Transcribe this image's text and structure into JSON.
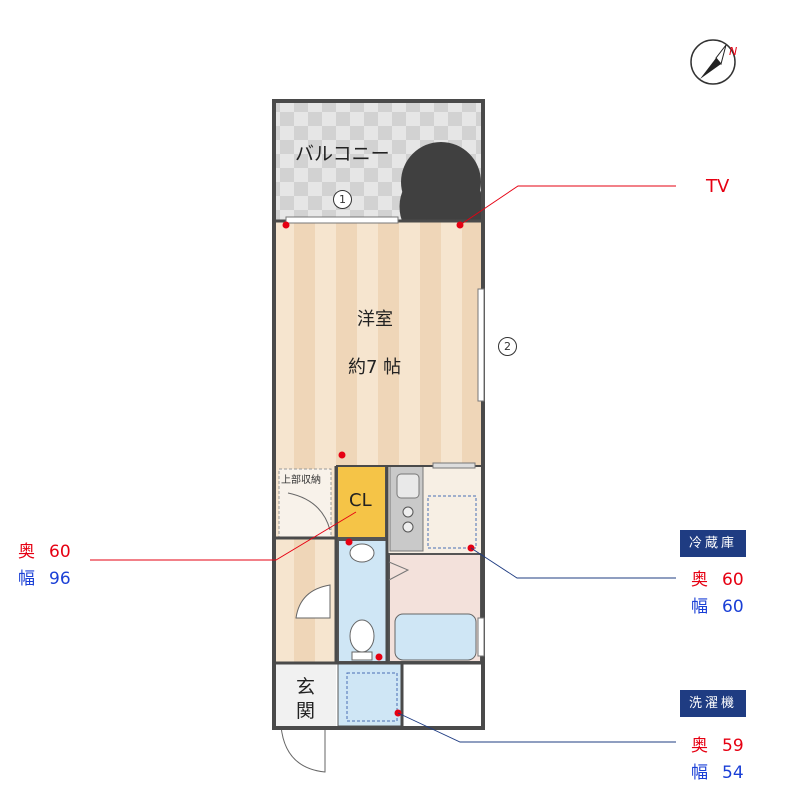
{
  "rooms": {
    "balcony": "バルコニー",
    "western_room": "洋室",
    "western_size": "約7 帖",
    "closet": "CL",
    "upper_storage": "上部収納",
    "entrance_1": "玄",
    "entrance_2": "関"
  },
  "window_markers": [
    "1",
    "2"
  ],
  "tv_label": "TV",
  "callouts": {
    "left": {
      "depth_label": "奥",
      "depth_value": "60",
      "width_label": "幅",
      "width_value": "96"
    },
    "fridge": {
      "title": "冷蔵庫",
      "depth_label": "奥",
      "depth_value": "60",
      "width_label": "幅",
      "width_value": "60"
    },
    "washer": {
      "title": "洗濯機",
      "depth_label": "奥",
      "depth_value": "59",
      "width_label": "幅",
      "width_value": "54"
    }
  },
  "colors": {
    "depth_red": "#e60012",
    "width_blue": "#1a3fd6",
    "tag_navy": "#1f3c82",
    "floor_wood": "#f3dfc5",
    "closet_yellow": "#f5c447",
    "bath_blue": "#cfe6f5",
    "wall": "#4a4a4a"
  },
  "compass_icon": "north-arrow-icon"
}
